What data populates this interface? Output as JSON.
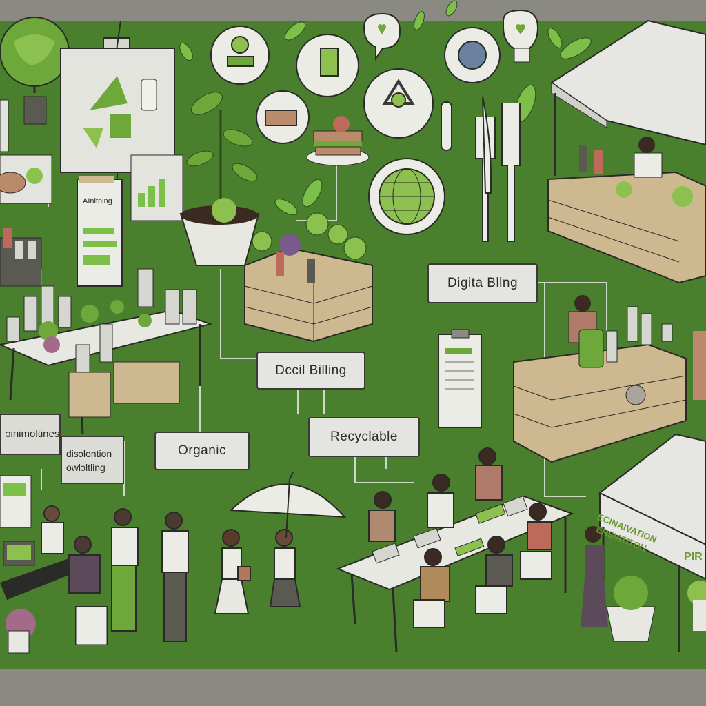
{
  "labels": {
    "digital_billing": "Digita Bllng",
    "dccil_billing": "Dccil Billing",
    "organic": "Organic",
    "recyclable": "Recyclable"
  },
  "signs": {
    "left_sign": "ɔinimoltines",
    "left_sign_2_line1": "disɔlontion",
    "left_sign_2_line2": "owlɔltling",
    "easel_title": "AInitning"
  },
  "tent_banner": {
    "line1": "ECINAIVATION",
    "line2": "ERSIATITON",
    "side": "PIR"
  },
  "colors": {
    "lawn": "#4a7f2e",
    "lawn_dark": "#3d6b27",
    "frame": "#8a8a83",
    "wood": "#cdb890",
    "tent": "#e6e6e2",
    "accent_green": "#7cc04a"
  }
}
